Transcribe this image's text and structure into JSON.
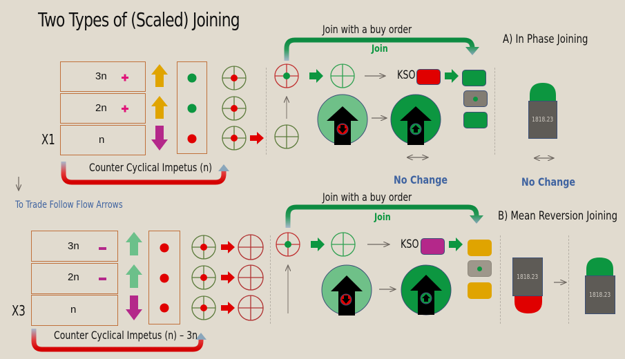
{
  "title": "Two Types of (Scaled) Joining",
  "colors": {
    "background": "#e1dbcf",
    "box_border": "#c0703a",
    "plus_sign": "#e0147a",
    "minus_sign": "#b4288a",
    "up_arrow_a": "#e0a400",
    "up_arrow_b": "#6cc08a",
    "down_arrow": "#b4288a",
    "green_dot": "#0c9640",
    "red_dot": "#e00000",
    "join_green": "#0c9640",
    "note_blue": "#3f63a0",
    "ksd_red": "#e00000",
    "ksd_magenta": "#b4288a",
    "pos_green": "#0c9640",
    "pos_amber": "#e0a400",
    "neutral_gray": "#827c72"
  },
  "note": {
    "text": "To Trade Follow Flow Arrows",
    "icon": "arrow-down-icon"
  },
  "section_a": {
    "heading": "A) In Phase Joining",
    "multiplier": "X1",
    "rows": [
      {
        "label": "3n",
        "sign": "+",
        "trend": "up",
        "dot": "green"
      },
      {
        "label": "2n",
        "sign": "+",
        "trend": "up",
        "dot": "green"
      },
      {
        "label": "n",
        "sign": "",
        "trend": "down",
        "dot": "red"
      }
    ],
    "impetus_label": "Counter Cyclical Impetus (n)",
    "join_arrow_label": "Join with a buy order",
    "join_label": "Join",
    "ksd_label": "KSO",
    "no_change_1": "No Change",
    "no_change_2": "No Change",
    "price": "1818.23"
  },
  "section_b": {
    "heading": "B) Mean Reversion Joining",
    "multiplier": "X3",
    "rows": [
      {
        "label": "3n",
        "sign": "-",
        "trend": "up",
        "dot": "red"
      },
      {
        "label": "2n",
        "sign": "-",
        "trend": "up",
        "dot": "red"
      },
      {
        "label": "n",
        "sign": "",
        "trend": "down",
        "dot": "red"
      }
    ],
    "impetus_label": "Counter Cyclical Impetus (n) – 3n",
    "join_arrow_label": "Join with a buy order",
    "join_label": "Join",
    "ksd_label": "KSO",
    "price_before": "1818.23",
    "price_after": "1818.23"
  }
}
